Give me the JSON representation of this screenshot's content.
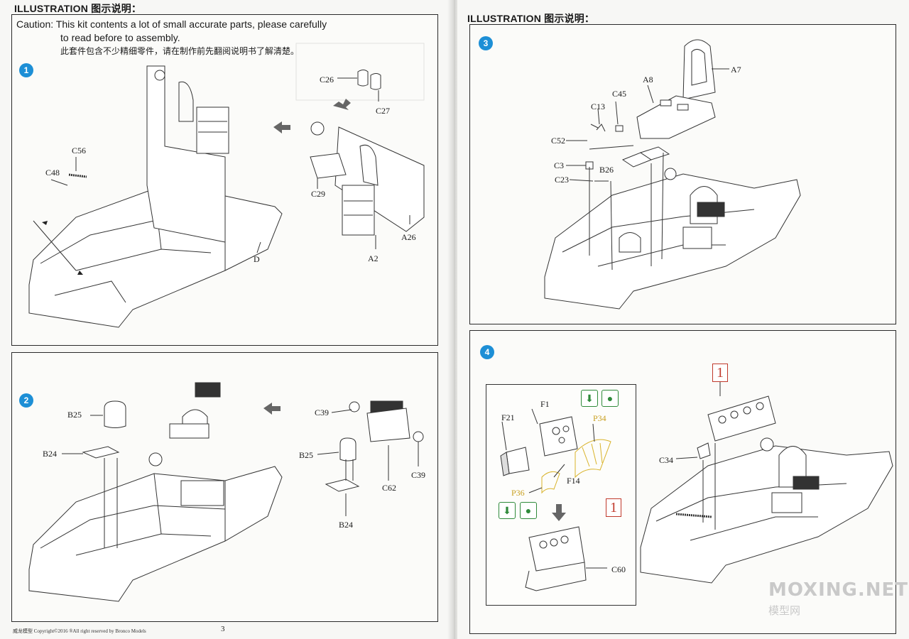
{
  "left_page": {
    "heading_en": "ILLUSTRATION",
    "heading_cn": "图示说明：",
    "caution_line1": "Caution: This kit contents a lot of small accurate parts, please carefully",
    "caution_line2": "to read before to assembly.",
    "caution_cn": "此套件包含不少精细零件，请在制作前先翻阅说明书了解清楚。",
    "step1": {
      "number": "1",
      "labels": [
        "C26",
        "C27",
        "C56",
        "C48",
        "C29",
        "A26",
        "A2",
        "D"
      ]
    },
    "step2": {
      "number": "2",
      "labels": [
        "B25",
        "B24",
        "C39",
        "B25",
        "C39",
        "C62",
        "B24"
      ]
    },
    "footer": "威龙模型  Copyright©2016  ®All right reserved by Bronco Models",
    "page_number": "3"
  },
  "right_page": {
    "heading_en": "ILLUSTRATION",
    "heading_cn": "图示说明：",
    "step3": {
      "number": "3",
      "labels": [
        "A7",
        "A8",
        "C45",
        "C13",
        "C52",
        "C3",
        "B26",
        "C23"
      ]
    },
    "step4": {
      "number": "4",
      "inset_labels": [
        "F1",
        "F21",
        "P34",
        "F14",
        "P36",
        "C60"
      ],
      "ref_number": "1",
      "main_labels": [
        "C34"
      ],
      "main_ref_number": "1"
    },
    "watermark": "MOXING.NET",
    "watermark_cn": "模型网"
  },
  "colors": {
    "step_badge": "#1d8fd6",
    "paint_tag": "#2f8a3a",
    "ref_box": "#c0392b",
    "photo_etch_label": "#c9a020"
  },
  "icons": [
    "arrow-left-icon",
    "arrow-down-icon",
    "glue-icon",
    "paint-icon"
  ]
}
